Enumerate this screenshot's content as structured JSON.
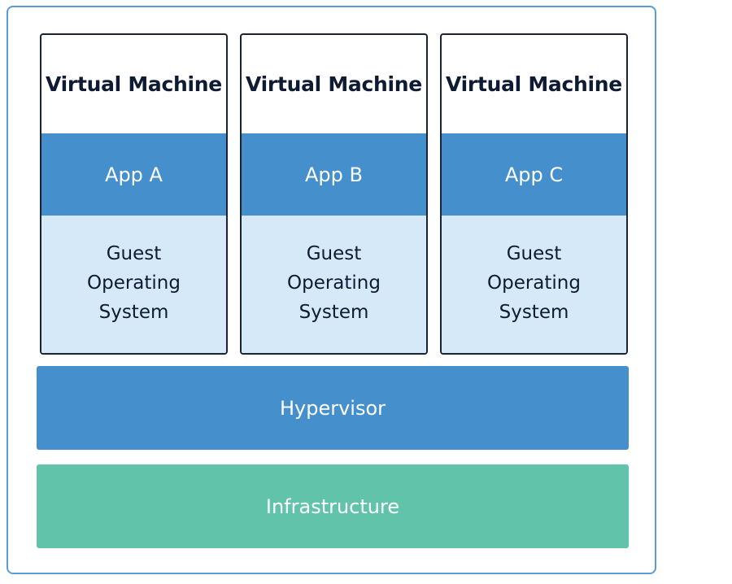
{
  "virtual_machines": [
    {
      "title": "Virtual Machine",
      "app": "App A",
      "os_line1": "Guest",
      "os_line2": "Operating",
      "os_line3": "System"
    },
    {
      "title": "Virtual Machine",
      "app": "App B",
      "os_line1": "Guest",
      "os_line2": "Operating",
      "os_line3": "System"
    },
    {
      "title": "Virtual Machine",
      "app": "App C",
      "os_line1": "Guest",
      "os_line2": "Operating",
      "os_line3": "System"
    }
  ],
  "hypervisor": {
    "label": "Hypervisor"
  },
  "infrastructure": {
    "label": "Infrastructure"
  },
  "colors": {
    "frame_border": "#5b9bd5",
    "vm_border": "#1a2233",
    "title_text": "#0e1b33",
    "app_layer": "#448fcc",
    "os_layer": "#d6e9f8",
    "hypervisor_layer": "#448fcc",
    "infrastructure_layer": "#62c3ab"
  }
}
